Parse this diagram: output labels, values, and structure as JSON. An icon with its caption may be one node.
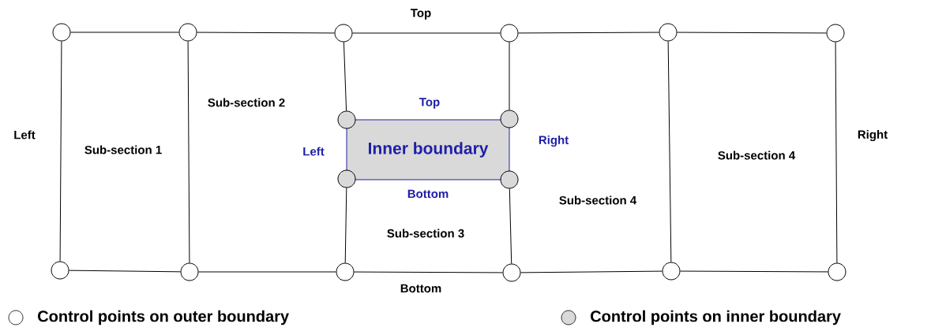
{
  "diagram": {
    "nodes": [
      {
        "text": [],
        "shape": "circle"
      },
      {
        "text": [],
        "shape": "circle"
      },
      {
        "text": [],
        "shape": "circle"
      },
      {
        "text": [],
        "shape": "circle"
      },
      {
        "text": [],
        "shape": "circle"
      },
      {
        "text": [],
        "shape": "circle"
      },
      {
        "text": [],
        "shape": "circle"
      },
      {
        "text": [],
        "shape": "circle"
      },
      {
        "text": [
          "Inner boundary"
        ],
        "beside": [
          "Top",
          "Left",
          "Right",
          "Bottom"
        ]
      },
      {
        "text": [],
        "shape": "circle"
      },
      {
        "text": [],
        "shape": "circle"
      },
      {
        "text": [],
        "shape": "circle"
      },
      {
        "text": [],
        "shape": "circle"
      },
      {
        "text": [],
        "shape": "circle"
      },
      {
        "text": [],
        "shape": "circle"
      },
      {
        "text": [],
        "shape": "circle"
      },
      {
        "text": [],
        "shape": "circle"
      }
    ],
    "edges": [
      {
        "from": 0,
        "to": 1,
        "arrow": "none"
      },
      {
        "from": 1,
        "to": 2,
        "arrow": "none"
      },
      {
        "from": 2,
        "to": 3,
        "arrow": "none"
      },
      {
        "from": 3,
        "to": 4,
        "arrow": "none"
      },
      {
        "from": 4,
        "to": 5,
        "arrow": "none"
      },
      {
        "from": 0,
        "to": 11,
        "arrow": "none"
      },
      {
        "from": 1,
        "to": 12,
        "arrow": "none"
      },
      {
        "from": 2,
        "to": 6,
        "arrow": "none"
      },
      {
        "from": 3,
        "to": 7,
        "arrow": "none"
      },
      {
        "from": 9,
        "to": 13,
        "arrow": "none"
      },
      {
        "from": 10,
        "to": 14,
        "arrow": "none"
      },
      {
        "from": 4,
        "to": 15,
        "arrow": "none"
      },
      {
        "from": 5,
        "to": 16,
        "arrow": "none"
      },
      {
        "from": 11,
        "to": 12,
        "arrow": "none"
      },
      {
        "from": 12,
        "to": 13,
        "arrow": "none"
      },
      {
        "from": 13,
        "to": 14,
        "arrow": "none"
      },
      {
        "from": 14,
        "to": 15,
        "arrow": "none"
      },
      {
        "from": 15,
        "to": 16,
        "arrow": "none"
      }
    ],
    "labels": [
      "Top",
      "Sub-section 2",
      "Left",
      "Sub-section 1",
      "Right",
      "Sub-section 4",
      "Sub-section 4",
      "Sub-section 3",
      "Bottom"
    ],
    "legend": [
      {
        "text": "Control points on outer boundary"
      },
      {
        "text": "Control points on inner boundary",
        "color": "#d9d9d9"
      }
    ]
  }
}
